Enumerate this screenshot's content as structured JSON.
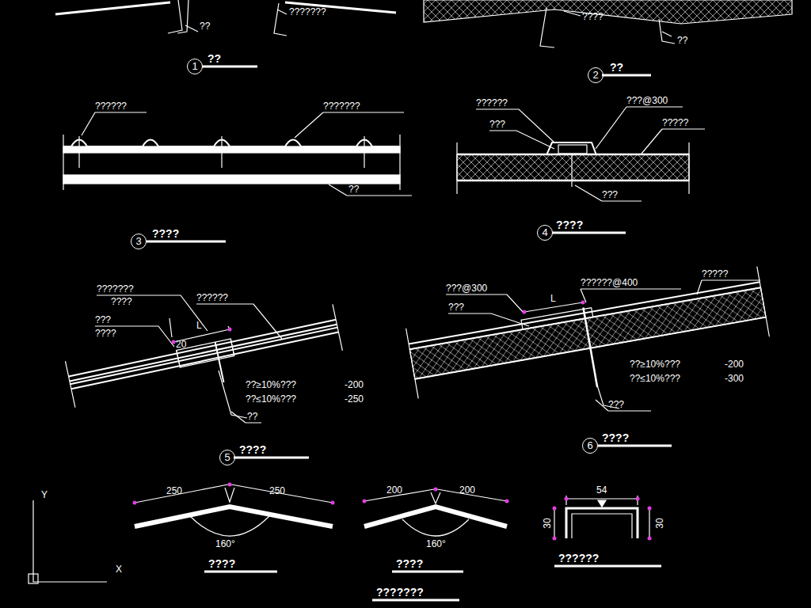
{
  "diagram": {
    "nodes": [
      {
        "text": [
          "1"
        ]
      },
      {
        "text": [
          "2"
        ]
      },
      {
        "text": [
          "3"
        ]
      },
      {
        "text": [
          "4"
        ]
      },
      {
        "text": [
          "5"
        ]
      },
      {
        "text": [
          "6"
        ]
      }
    ],
    "labels": [
      "??",
      "???????",
      "????",
      "??",
      "??",
      "??",
      "??????",
      "???????",
      "??",
      "????",
      "??????",
      "???@300",
      "?????",
      "???",
      "???",
      "????",
      "???????",
      "????",
      "??????",
      "???",
      "????",
      "L",
      "20",
      "??≥10%???",
      "-200",
      "??≤10%???",
      "-250",
      "??",
      "????",
      "???@300",
      "???",
      "??????@400",
      "?????",
      "L",
      "??≥10%???",
      "-200",
      "??≤10%???",
      "-300",
      "???",
      "????",
      "250",
      "250",
      "160°",
      "200",
      "200",
      "160°",
      "54",
      "30",
      "30",
      "????",
      "????",
      "??????",
      "???????",
      "Y",
      "X"
    ]
  }
}
